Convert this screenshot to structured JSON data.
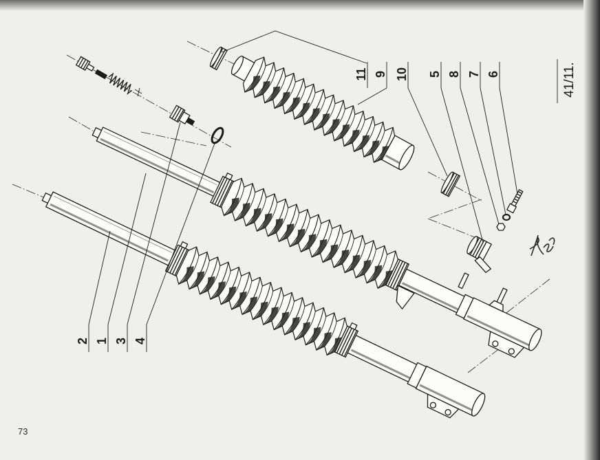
{
  "page": {
    "number": "73",
    "catalog_ref": "41/11."
  },
  "part_labels": {
    "bottom": [
      "2",
      "1",
      "3",
      "4"
    ],
    "top": [
      "11",
      "9",
      "10",
      "5",
      "8",
      "7",
      "6"
    ]
  },
  "colors": {
    "paper": "#efefec",
    "ink": "#1b1b1b",
    "scan_edge": "#8a8a88"
  }
}
